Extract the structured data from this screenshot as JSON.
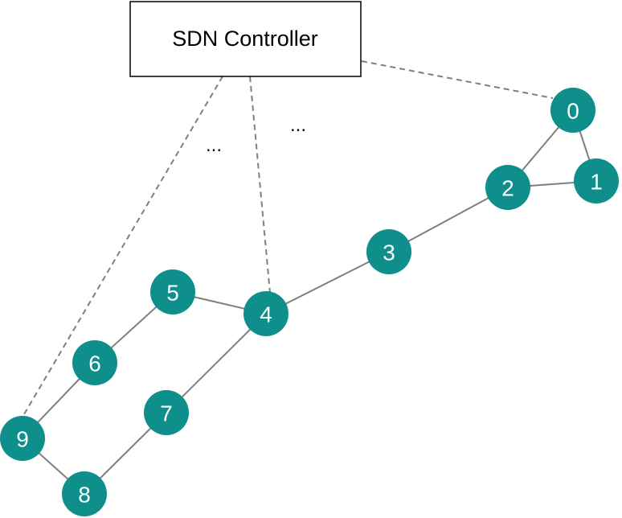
{
  "controller": {
    "label": "SDN Controller"
  },
  "ellipses": [
    "...",
    "..."
  ],
  "nodes": [
    {
      "id": "0",
      "label": "0"
    },
    {
      "id": "1",
      "label": "1"
    },
    {
      "id": "2",
      "label": "2"
    },
    {
      "id": "3",
      "label": "3"
    },
    {
      "id": "4",
      "label": "4"
    },
    {
      "id": "5",
      "label": "5"
    },
    {
      "id": "6",
      "label": "6"
    },
    {
      "id": "7",
      "label": "7"
    },
    {
      "id": "8",
      "label": "8"
    },
    {
      "id": "9",
      "label": "9"
    }
  ],
  "links": [
    [
      "0",
      "1"
    ],
    [
      "0",
      "2"
    ],
    [
      "1",
      "2"
    ],
    [
      "2",
      "3"
    ],
    [
      "3",
      "4"
    ],
    [
      "4",
      "5"
    ],
    [
      "5",
      "6"
    ],
    [
      "6",
      "9"
    ],
    [
      "9",
      "8"
    ],
    [
      "8",
      "7"
    ],
    [
      "7",
      "4"
    ]
  ],
  "controller_links": [
    "0",
    "4",
    "9"
  ],
  "colors": {
    "node": "#0f8f8c",
    "link": "#7f7f7f",
    "node_text": "#ffffff"
  }
}
